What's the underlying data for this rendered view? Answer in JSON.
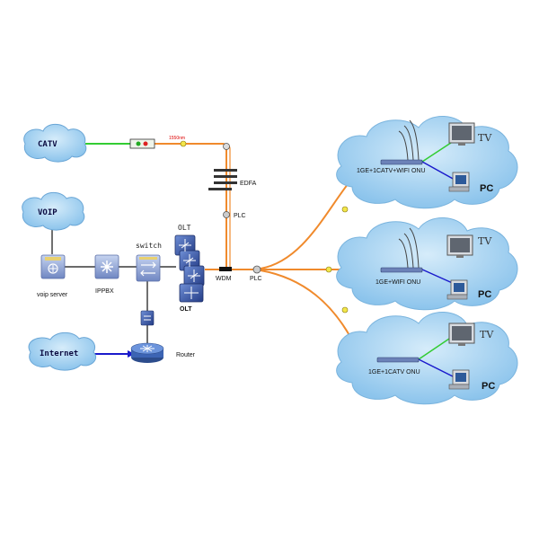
{
  "clouds": {
    "catv": "CATV",
    "voip": "VOIP",
    "internet": "Internet"
  },
  "devices": {
    "voip_server": "voip server",
    "ippbx": "IPPBX",
    "switch": "switch",
    "olt_top": "OLT",
    "olt_bottom": "OLT",
    "router": "Router",
    "edfa": "EDFA",
    "plc_upper": "PLC",
    "wdm": "WDM",
    "plc_lower": "PLC"
  },
  "wavelength": "1550nm",
  "customer_sites": [
    {
      "onu": "1GE+1CATV+WIFI ONU",
      "tv": "TV",
      "pc": "PC"
    },
    {
      "onu": "1GE+WIFI ONU",
      "tv": "TV",
      "pc": "PC"
    },
    {
      "onu": "1GE+1CATV ONU",
      "tv": "TV",
      "pc": "PC"
    }
  ],
  "colors": {
    "cloud_fill": "#a9d3f0",
    "fiber": "#f08a2c",
    "catv_link": "#33cc33",
    "internet_link": "#1a1acc",
    "device": "#8fa4d6"
  }
}
